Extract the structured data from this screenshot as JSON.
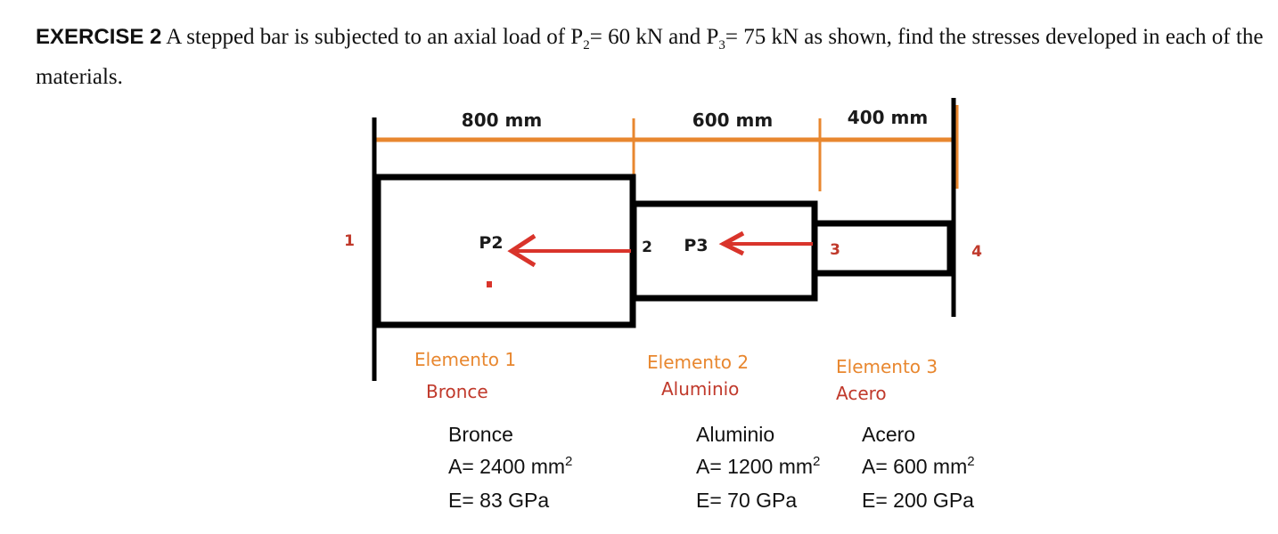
{
  "problem": {
    "label": "EXERCISE 2",
    "text_parts": [
      "A stepped bar is subjected to an axial load of P",
      "2",
      "= 60 kN and P",
      "3",
      "= 75 kN as shown, find the stresses developed in each of the materials."
    ]
  },
  "diagram": {
    "dimensions": [
      "800 mm",
      "600 mm",
      "400 mm"
    ],
    "nodes": [
      "1",
      "2",
      "3",
      "4"
    ],
    "forces": [
      "P2",
      "P3"
    ],
    "elements": [
      {
        "name": "Elemento 1",
        "material": "Bronce"
      },
      {
        "name": "Elemento 2",
        "material": "Aluminio"
      },
      {
        "name": "Elemento 3",
        "material": "Acero"
      }
    ],
    "colors": {
      "dimension": "#e8872f",
      "force": "#d9342b",
      "bar": "#000000"
    }
  },
  "properties": [
    {
      "material": "Bronce",
      "area": "A= 2400 mm",
      "modulus": "E= 83 GPa"
    },
    {
      "material": "Aluminio",
      "area": "A= 1200 mm",
      "modulus": "E= 70 GPa"
    },
    {
      "material": "Acero",
      "area": "A= 600 mm",
      "modulus": "E= 200 GPa"
    }
  ],
  "area_exponent": "2"
}
